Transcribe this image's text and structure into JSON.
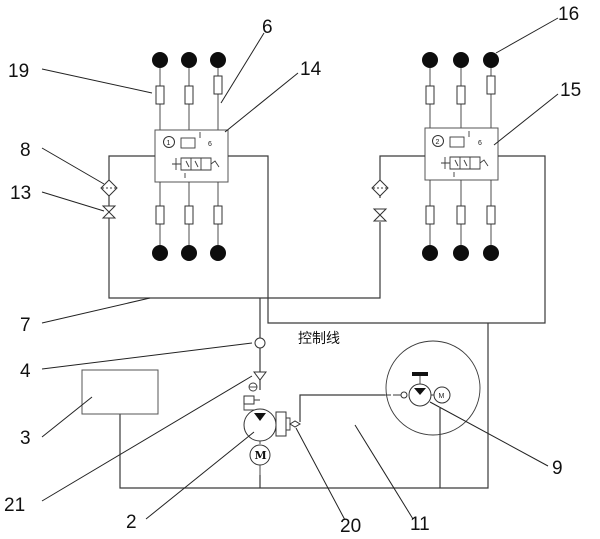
{
  "labels": {
    "n16": "16",
    "n19": "19",
    "n6": "6",
    "n14": "14",
    "n15": "15",
    "n8": "8",
    "n13": "13",
    "n7": "7",
    "n4": "4",
    "n3": "3",
    "n21": "21",
    "n2": "2",
    "n20": "20",
    "n11": "11",
    "n9": "9"
  },
  "texts": {
    "control_line": "控制线",
    "valve1_number": "1",
    "valve2_number": "2",
    "motor_letter": "M",
    "motor2_letter": "M",
    "valve_tag": "6",
    "valve_tag2": "6"
  },
  "colors": {
    "line": "#3a3a3a",
    "wheel": "#0d0d0d",
    "background": "#ffffff"
  }
}
